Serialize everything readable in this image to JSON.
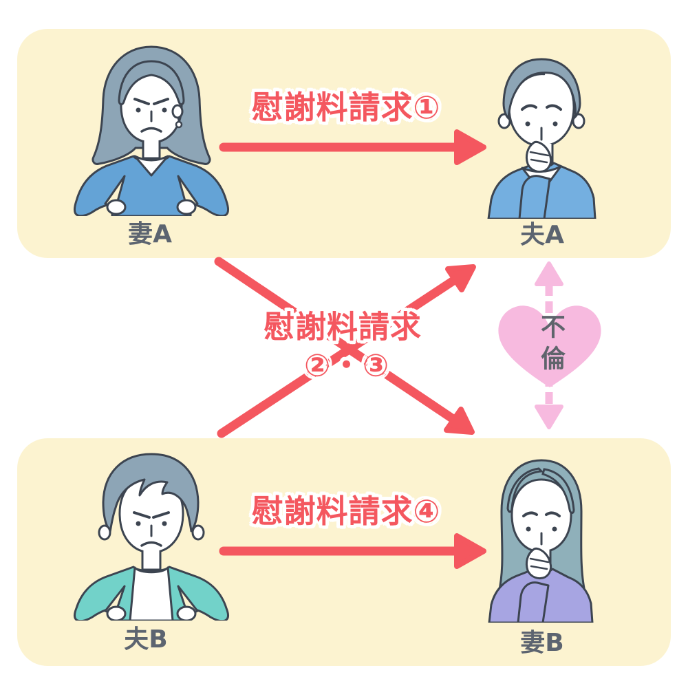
{
  "colors": {
    "page_background": "#FFFFFF",
    "panel_background": "#FCF3D0",
    "claim_red": "#F4575F",
    "affair_pink": "#F7BADF",
    "name_text": "#5C6470",
    "affair_text": "#5F646C",
    "line_outline": "#3C4450"
  },
  "people": {
    "wife_a": {
      "label": "妻A",
      "expression": "angry",
      "hair_color": "#8DA5B6",
      "outfit_color": "#64A3D6"
    },
    "husband_a": {
      "label": "夫A",
      "expression": "worried",
      "hair_color": "#8DA5B6",
      "outfit_color": "#74AFE0"
    },
    "husband_b": {
      "label": "夫B",
      "expression": "angry",
      "hair_color": "#8DA5B6",
      "outfit_color": "#72D2C9"
    },
    "wife_b": {
      "label": "妻B",
      "expression": "worried",
      "hair_color": "#8FB0BA",
      "outfit_color": "#A7A5E2"
    }
  },
  "arrows": {
    "claim_1": {
      "label": "慰謝料請求①",
      "from": "妻A",
      "to": "夫A",
      "color": "#F4575F"
    },
    "claim_2_3": {
      "label_line_1": "慰謝料請求",
      "label_line_2": "②・③",
      "from": "妻A・夫B",
      "to": "妻B・夫A",
      "color": "#F4575F"
    },
    "claim_4": {
      "label": "慰謝料請求④",
      "from": "夫B",
      "to": "妻B",
      "color": "#F4575F"
    },
    "affair": {
      "label": "不倫",
      "between": "夫A ⇅ 妻B",
      "color": "#F7BADF"
    }
  }
}
